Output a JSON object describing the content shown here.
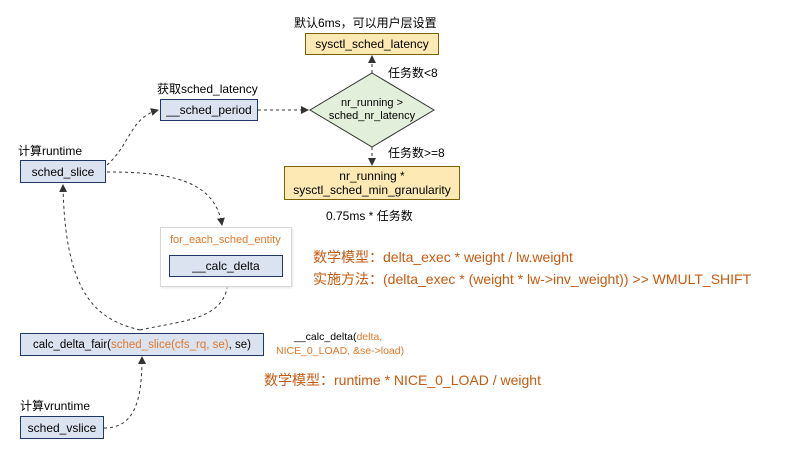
{
  "nodes": {
    "latency_note": "默认6ms，可以用户层设置",
    "sysctl_latency": "sysctl_sched_latency",
    "period_label": "获取sched_latency",
    "sched_period": "__sched_period",
    "diamond_line1": "nr_running >",
    "diamond_line2": "sched_nr_latency",
    "task_lt": "任务数<8",
    "task_ge": "任务数>=8",
    "min_gran_line1": "nr_running *",
    "min_gran_line2": "sysctl_sched_min_granularity",
    "min_gran_note": "0.75ms * 任务数",
    "runtime_label": "计算runtime",
    "sched_slice": "sched_slice",
    "for_each": "for_each_sched_entity",
    "calc_delta_inner": "__calc_delta",
    "calc_fair_prefix": "calc_delta_fair(",
    "calc_fair_mid": "sched_slice(cfs_rq, se)",
    "calc_fair_suffix": ", se)",
    "calc_call_fn": "__calc_delta(",
    "calc_call_arg1": "delta,",
    "calc_call_arg2": "NICE_0_LOAD, &se->load)",
    "vruntime_label": "计算vruntime",
    "sched_vslice": "sched_vslice"
  },
  "formulas": {
    "model1": "数学模型：delta_exec * weight / lw.weight",
    "method": "实施方法：(delta_exec * (weight * lw->inv_weight)) >> WMULT_SHIFT",
    "model2": "数学模型：runtime * NICE_0_LOAD / weight"
  },
  "colors": {
    "blue_fill": "#dce3f0",
    "yellow_fill": "#fde9b3",
    "diamond_fill": "#e2efda",
    "accent_orange": "#e0782a",
    "formula_orange": "#c55a11"
  }
}
